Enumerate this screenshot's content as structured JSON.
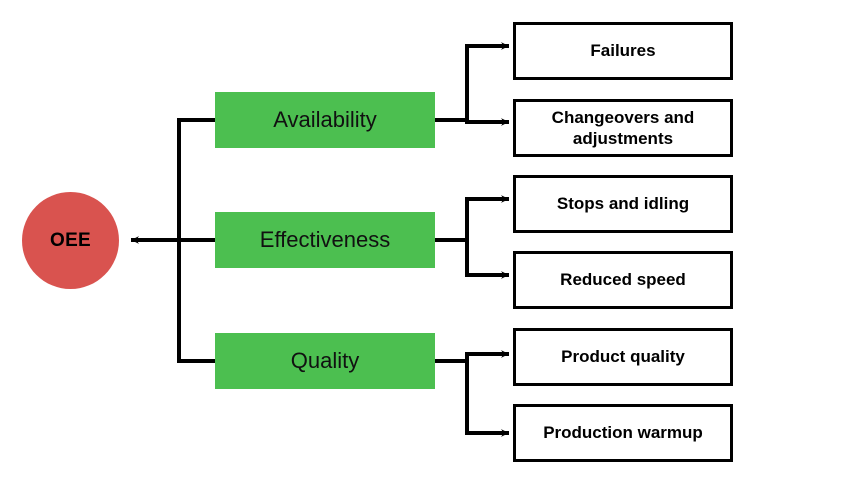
{
  "diagram": {
    "title": "OEE",
    "type": "tree-breakdown",
    "colors": {
      "root_fill": "#d9534f",
      "category_fill": "#4cbf50",
      "box_border": "#000000",
      "box_fill": "#ffffff",
      "connector": "#000000",
      "background": "#ffffff"
    },
    "root": {
      "label": "OEE",
      "shape": "circle"
    },
    "categories": [
      {
        "label": "Availability",
        "losses": [
          {
            "label": "Failures"
          },
          {
            "label": "Changeovers and\nadjustments"
          }
        ]
      },
      {
        "label": "Effectiveness",
        "losses": [
          {
            "label": "Stops and idling"
          },
          {
            "label": "Reduced speed"
          }
        ]
      },
      {
        "label": "Quality",
        "losses": [
          {
            "label": "Product quality"
          },
          {
            "label": "Production warmup"
          }
        ]
      }
    ]
  }
}
